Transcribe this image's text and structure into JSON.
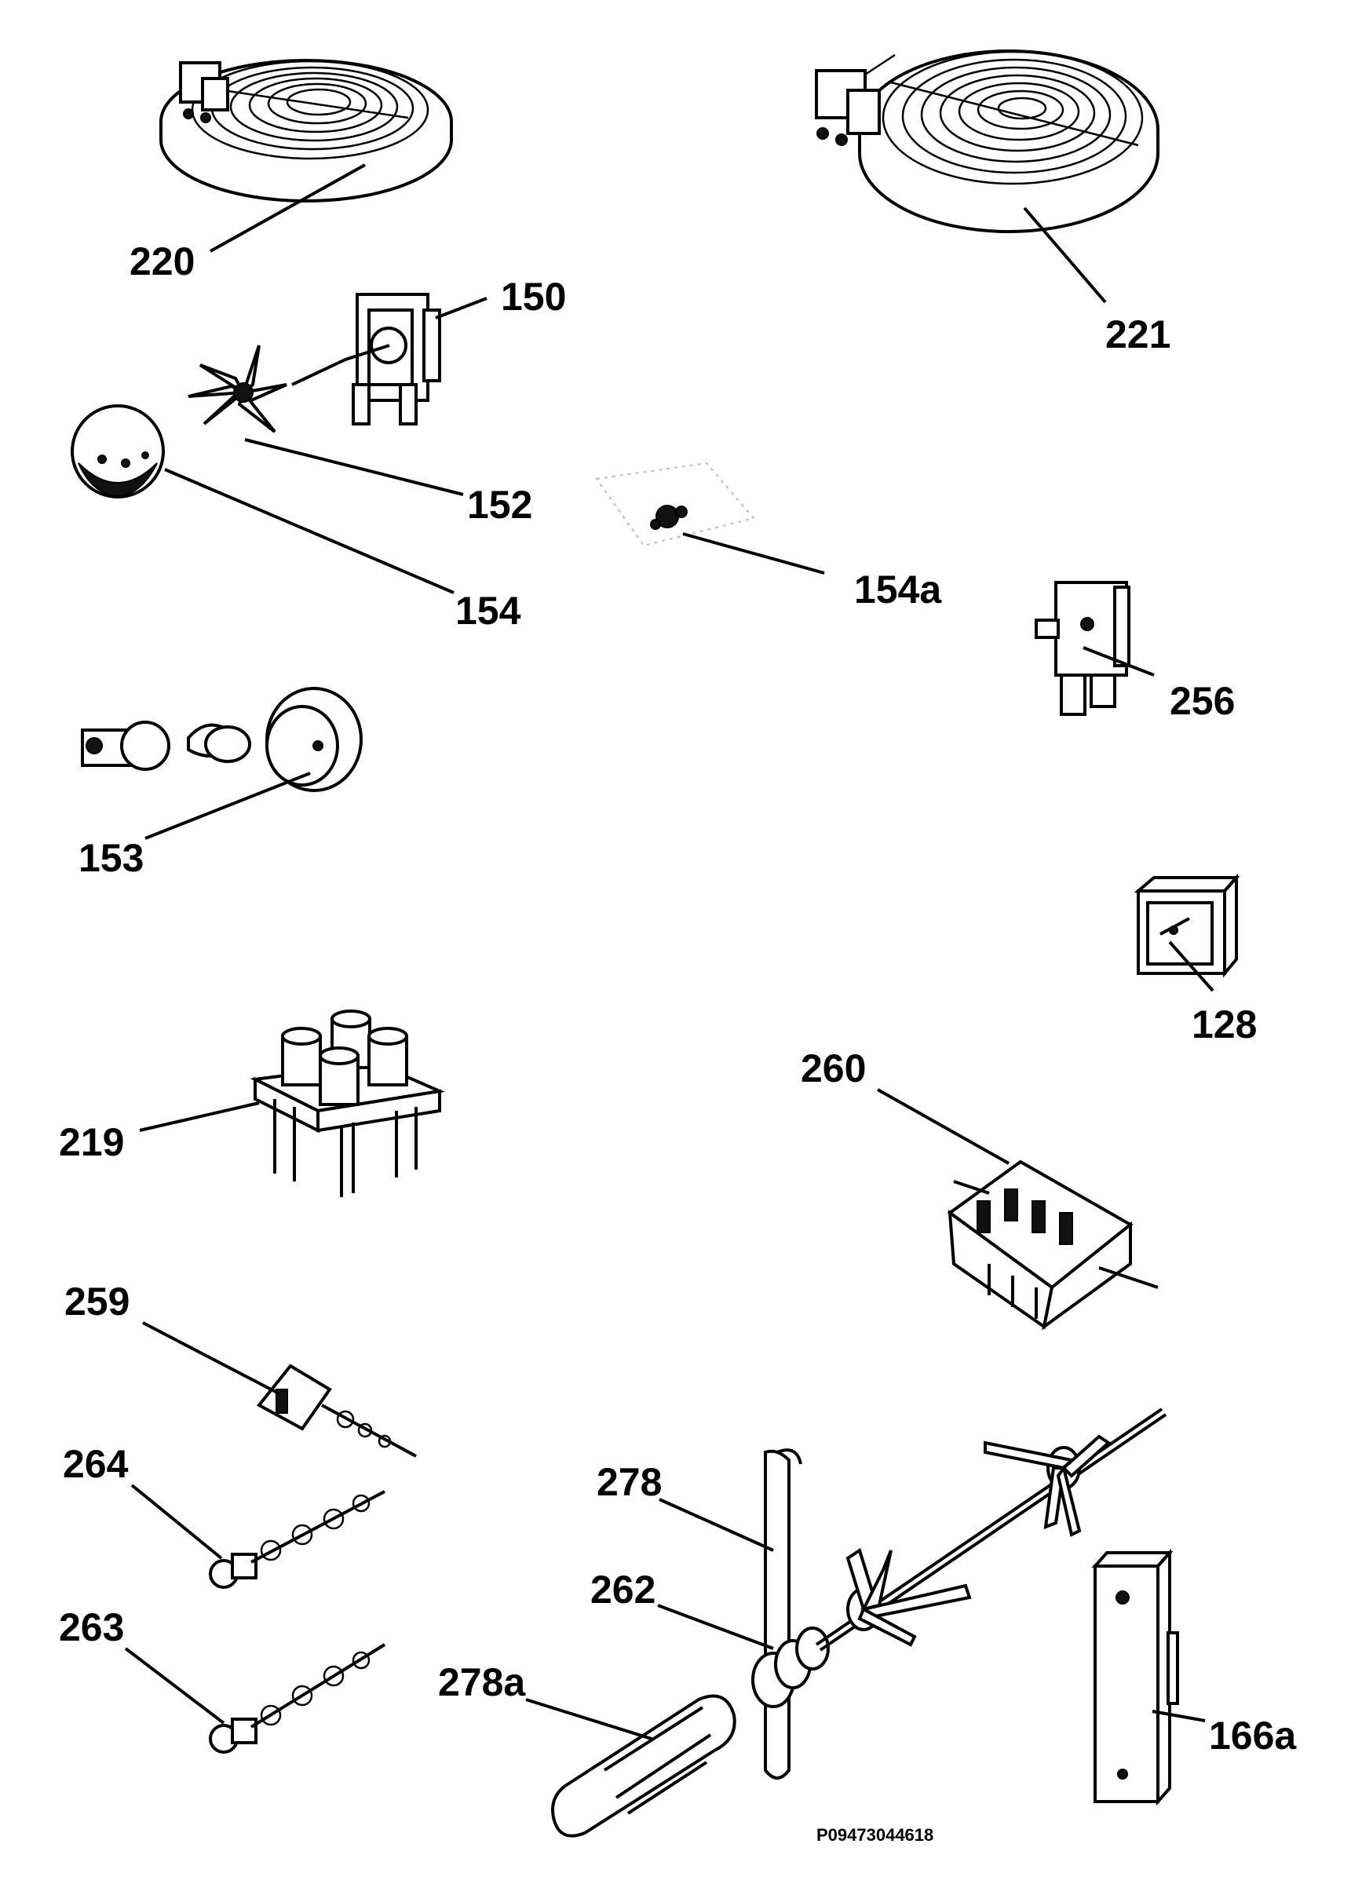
{
  "diagram": {
    "reference_code": "P09473044618",
    "parts": [
      {
        "id": "p220",
        "label": "220",
        "name": "small-radiant-hotplate"
      },
      {
        "id": "p221",
        "label": "221",
        "name": "large-radiant-hotplate"
      },
      {
        "id": "p150",
        "label": "150",
        "name": "fan-motor"
      },
      {
        "id": "p152",
        "label": "152",
        "name": "fan-blade"
      },
      {
        "id": "p154",
        "label": "154",
        "name": "lamp-glass-cover"
      },
      {
        "id": "p154a",
        "label": "154a",
        "name": "lamp-gasket"
      },
      {
        "id": "p256",
        "label": "256",
        "name": "thermostat"
      },
      {
        "id": "p153",
        "label": "153",
        "name": "oven-lamp-assembly"
      },
      {
        "id": "p128",
        "label": "128",
        "name": "timer-switch"
      },
      {
        "id": "p219",
        "label": "219",
        "name": "indicator-light-block"
      },
      {
        "id": "p260",
        "label": "260",
        "name": "selector-switch"
      },
      {
        "id": "p259",
        "label": "259",
        "name": "energy-regulator"
      },
      {
        "id": "p264",
        "label": "264",
        "name": "energy-regulator-264"
      },
      {
        "id": "p263",
        "label": "263",
        "name": "energy-regulator-263"
      },
      {
        "id": "p278",
        "label": "278",
        "name": "rotisserie-bracket"
      },
      {
        "id": "p262",
        "label": "262",
        "name": "rotisserie-motor-coupling"
      },
      {
        "id": "p278a",
        "label": "278a",
        "name": "rotisserie-handle"
      },
      {
        "id": "p166a",
        "label": "166a",
        "name": "door-switch"
      }
    ]
  }
}
